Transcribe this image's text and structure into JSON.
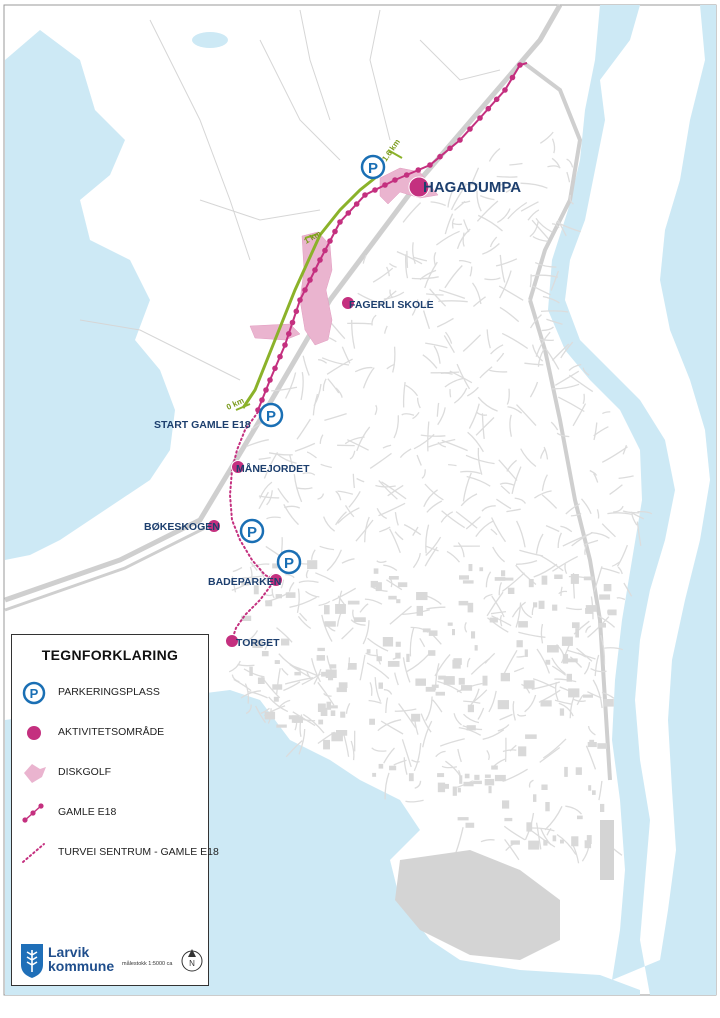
{
  "map": {
    "labels": {
      "hagadumpa": "HAGADUMPA",
      "fagerli": "FAGERLI SKOLE",
      "start": "START GAMLE E18",
      "manejordet": "MÅNEJORDET",
      "bokeskogen": "BØKESKOGEN",
      "badeparken": "BADEPARKEN",
      "torget": "TORGET"
    },
    "km_marks": {
      "km0": "0 km",
      "km1": "1 km",
      "km1_6": "1.6 km"
    },
    "parking_symbol": "P"
  },
  "legend": {
    "title": "TEGNFORKLARING",
    "items": [
      {
        "icon": "parking-icon",
        "label": "PARKERINGSPLASS"
      },
      {
        "icon": "activity-dot-icon",
        "label": "AKTIVITETSOMRÅDE"
      },
      {
        "icon": "discgolf-shape-icon",
        "label": "DISKGOLF"
      },
      {
        "icon": "dotted-bold-line-icon",
        "label": "GAMLE E18"
      },
      {
        "icon": "dotted-thin-line-icon",
        "label": "TURVEI SENTRUM - GAMLE E18"
      }
    ],
    "logo_line1": "Larvik",
    "logo_line2": "kommune",
    "scale": "målestokk 1:5000 ca",
    "north": "N"
  },
  "colors": {
    "water": "#cde9f5",
    "road": "#d9d9d9",
    "route": "#c4307f",
    "green_path": "#8bb22a",
    "parking": "#1a6fb4",
    "label": "#1d3f6e",
    "discgolf": "#eab4cf"
  }
}
